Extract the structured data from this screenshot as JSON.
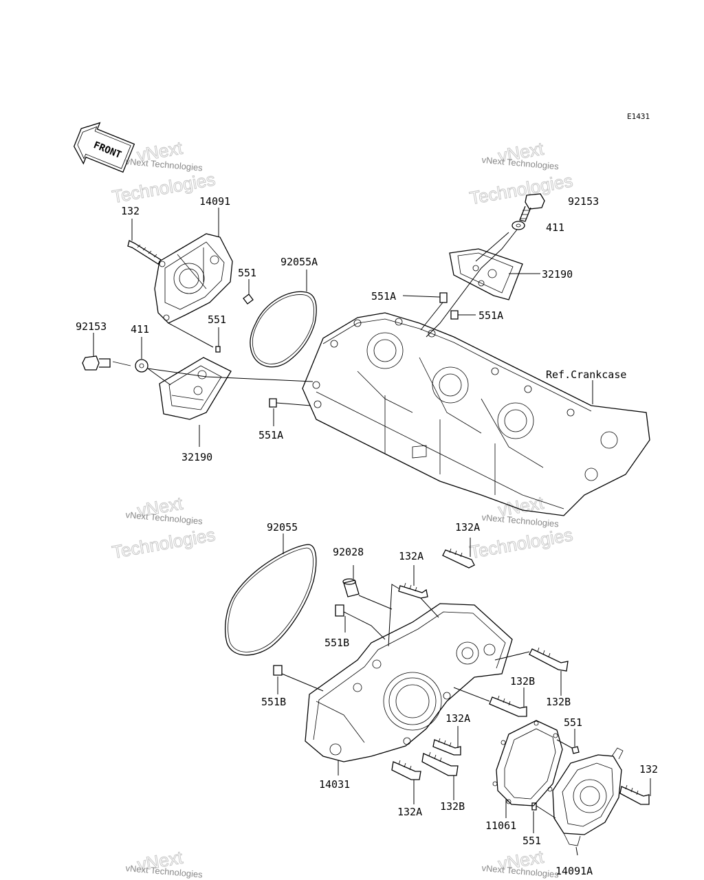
{
  "diagram_code": "E1431",
  "front_arrow_label": "FRONT",
  "ref_label": "Ref.Crankcase",
  "watermark": {
    "line1": "vNext Technologies",
    "line2": "vNext",
    "line3": "Technologies"
  },
  "labels": {
    "p132_top": "132",
    "p14091": "14091",
    "p551_a": "551",
    "p551_b": "551",
    "p92055A": "92055A",
    "p92153_left": "92153",
    "p411_left": "411",
    "p32190_left": "32190",
    "p551A_left": "551A",
    "p92153_right": "92153",
    "p411_right": "411",
    "p32190_right": "32190",
    "p551A_mid1": "551A",
    "p551A_mid2": "551A",
    "p92055": "92055",
    "p92028": "92028",
    "p132A_1": "132A",
    "p132A_2": "132A",
    "p551B_1": "551B",
    "p551B_2": "551B",
    "p132B_1": "132B",
    "p132B_2": "132B",
    "p132A_3": "132A",
    "p14031": "14031",
    "p132A_4": "132A",
    "p132B_3": "132B",
    "p551_c": "551",
    "p132_right": "132",
    "p11061": "11061",
    "p551_d": "551",
    "p14091A": "14091A"
  }
}
